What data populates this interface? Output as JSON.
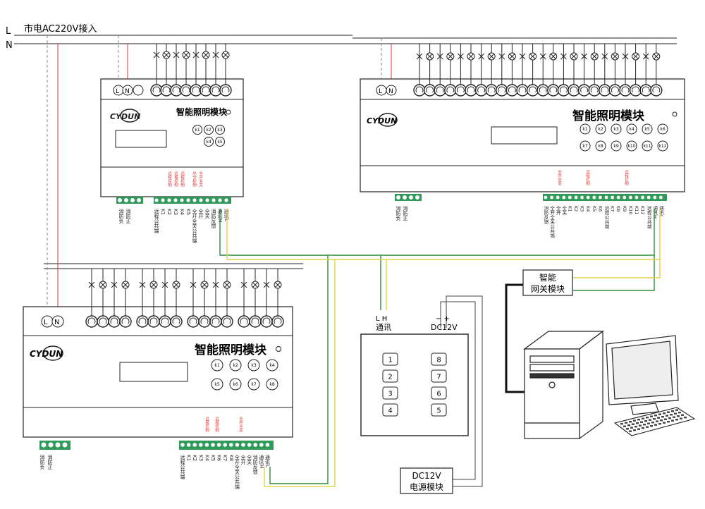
{
  "mains": {
    "L": "L",
    "N": "N",
    "title": "市电AC220V接入"
  },
  "brand": {
    "logo": "CYDUN"
  },
  "modules": {
    "top_left": {
      "title": "智能照明模块",
      "ln": [
        "L",
        "N"
      ],
      "keys": [
        "k1",
        "k2",
        "k3",
        "k4",
        "k5"
      ],
      "fire_labels": [
        "消防负",
        "消防正"
      ],
      "terminal_labels": [
        "远程公共端",
        "K1",
        "K2",
        "K3",
        "K4",
        "K5",
        "全开全关公共端",
        "全开",
        "全关",
        "消防反馈",
        "通讯H",
        "通讯L"
      ],
      "red_labels": [
        "远程控制",
        "远程控制",
        "远程控制",
        "总分控制",
        "全开全关"
      ]
    },
    "top_right": {
      "title": "智能照明模块",
      "ln": [
        "L",
        "N"
      ],
      "keys": [
        "k1",
        "k2",
        "k3",
        "k4",
        "k5",
        "k6",
        "k7",
        "k8",
        "k9",
        "k10",
        "k11",
        "k12"
      ],
      "fire_labels": [
        "消防负",
        "消防正"
      ],
      "terminal_labels": [
        "消防反馈",
        "全开全关公共端",
        "全开",
        "全关",
        "K1",
        "K2",
        "K3",
        "K4",
        "K5",
        "K6",
        "远程公共端",
        "K7",
        "K8",
        "K9",
        "K10",
        "K11",
        "K12",
        "远程公共端",
        "通讯H",
        "通讯L"
      ],
      "red_labels": [
        "全开全关",
        "远程控制",
        "远程控制"
      ]
    },
    "bottom_left": {
      "title": "智能照明模块",
      "ln": [
        "L",
        "N"
      ],
      "keys": [
        "k1",
        "k2",
        "k3",
        "k4",
        "k5",
        "k6",
        "k7",
        "k8"
      ],
      "fire_labels": [
        "消防负",
        "消防正"
      ],
      "terminal_labels": [
        "远程公共端",
        "K1",
        "K2",
        "K3",
        "K4",
        "K5",
        "K6",
        "K7",
        "K8",
        "全开全关公共端",
        "全开",
        "全关",
        "消防反馈",
        "通讯H",
        "通讯L"
      ],
      "red_labels": [
        "远程控制",
        "远程控制",
        "全开全关"
      ]
    }
  },
  "panel": {
    "comm_pins": "L  H",
    "comm_label": "通讯",
    "power_pins": "−  +",
    "power_label": "DC12V",
    "buttons_left": [
      "1",
      "2",
      "3",
      "4"
    ],
    "buttons_right": [
      "8",
      "7",
      "6",
      "5"
    ]
  },
  "gateway": {
    "line1": "智能",
    "line2": "网关模块"
  },
  "psu": {
    "line1": "DC12V",
    "line2": "电源模块"
  },
  "colors": {
    "wire_red": "#d63a3a",
    "wire_green": "#2e8b3a",
    "wire_yellow": "#e2d24a",
    "wire_black": "#111111",
    "accent_red": "#d33"
  }
}
